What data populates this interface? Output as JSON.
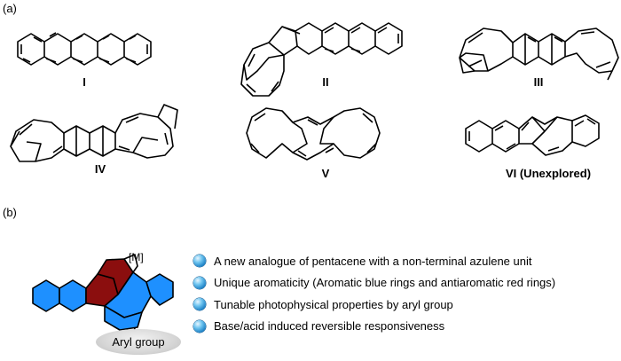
{
  "panel_a_label": "(a)",
  "panel_b_label": "(b)",
  "molecules": {
    "I": "I",
    "II": "II",
    "III": "III",
    "IV": "IV",
    "V": "V",
    "VI": "VI (Unexplored)"
  },
  "metal_label": "[M]",
  "aryl_label": "Aryl group",
  "bullets": [
    "A new analogue of pentacene with a non-terminal azulene unit",
    "Unique aromaticity (Aromatic blue rings and antiaromatic red rings)",
    "Tunable photophysical properties by aryl group",
    "Base/acid induced reversible responsiveness"
  ],
  "colors": {
    "aromatic": "#1e90ff",
    "antiaromatic": "#8b0e0e",
    "bullet": "#3aa0e0"
  },
  "bullet_icon": "sphere-bullet-icon"
}
